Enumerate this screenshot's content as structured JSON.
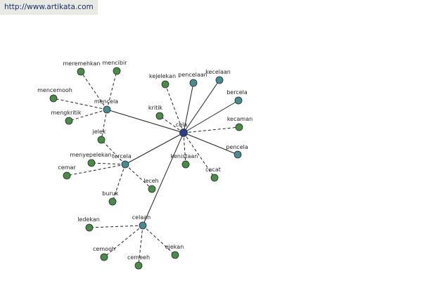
{
  "header": {
    "url": "http://www.artikata.com"
  },
  "colors": {
    "center": "#2e3b8c",
    "hub": "#4a8a92",
    "leaf": "#4c8a47",
    "edge": "#222222"
  },
  "graph": {
    "center": "cela",
    "hubs": [
      "mencela",
      "tercela",
      "celaan",
      "pencelaan",
      "kecelaan",
      "bercela",
      "pencela"
    ],
    "leaves": [
      "meremehkan",
      "mencibir",
      "mencemooh",
      "mengkritik",
      "jelek",
      "kejelekan",
      "kritik",
      "kecaman",
      "kenistaan",
      "cacat",
      "menyepelekan",
      "cemar",
      "buruk",
      "leceh",
      "ledekan",
      "cemooh",
      "cemeeh",
      "ejekan"
    ],
    "edges": [
      {
        "from": "cela",
        "to": "mencela",
        "style": "solid"
      },
      {
        "from": "cela",
        "to": "tercela",
        "style": "solid"
      },
      {
        "from": "cela",
        "to": "celaan",
        "style": "solid"
      },
      {
        "from": "cela",
        "to": "pencelaan",
        "style": "solid"
      },
      {
        "from": "cela",
        "to": "kecelaan",
        "style": "solid"
      },
      {
        "from": "cela",
        "to": "bercela",
        "style": "solid"
      },
      {
        "from": "cela",
        "to": "pencela",
        "style": "solid"
      },
      {
        "from": "cela",
        "to": "kejelekan",
        "style": "dashed"
      },
      {
        "from": "cela",
        "to": "kritik",
        "style": "dashed"
      },
      {
        "from": "cela",
        "to": "kecaman",
        "style": "dashed"
      },
      {
        "from": "cela",
        "to": "kenistaan",
        "style": "dashed"
      },
      {
        "from": "cela",
        "to": "cacat",
        "style": "dashed"
      },
      {
        "from": "mencela",
        "to": "meremehkan",
        "style": "dashed"
      },
      {
        "from": "mencela",
        "to": "mencibir",
        "style": "dashed"
      },
      {
        "from": "mencela",
        "to": "mencemooh",
        "style": "dashed"
      },
      {
        "from": "mencela",
        "to": "mengkritik",
        "style": "dashed"
      },
      {
        "from": "mencela",
        "to": "jelek",
        "style": "dashed"
      },
      {
        "from": "tercela",
        "to": "jelek",
        "style": "dashed"
      },
      {
        "from": "tercela",
        "to": "menyepelekan",
        "style": "dashed"
      },
      {
        "from": "tercela",
        "to": "cemar",
        "style": "dashed"
      },
      {
        "from": "tercela",
        "to": "buruk",
        "style": "dashed"
      },
      {
        "from": "tercela",
        "to": "leceh",
        "style": "dashed"
      },
      {
        "from": "celaan",
        "to": "ledekan",
        "style": "dashed"
      },
      {
        "from": "celaan",
        "to": "cemooh",
        "style": "dashed"
      },
      {
        "from": "celaan",
        "to": "cemeeh",
        "style": "dashed"
      },
      {
        "from": "celaan",
        "to": "ejekan",
        "style": "dashed"
      }
    ]
  }
}
